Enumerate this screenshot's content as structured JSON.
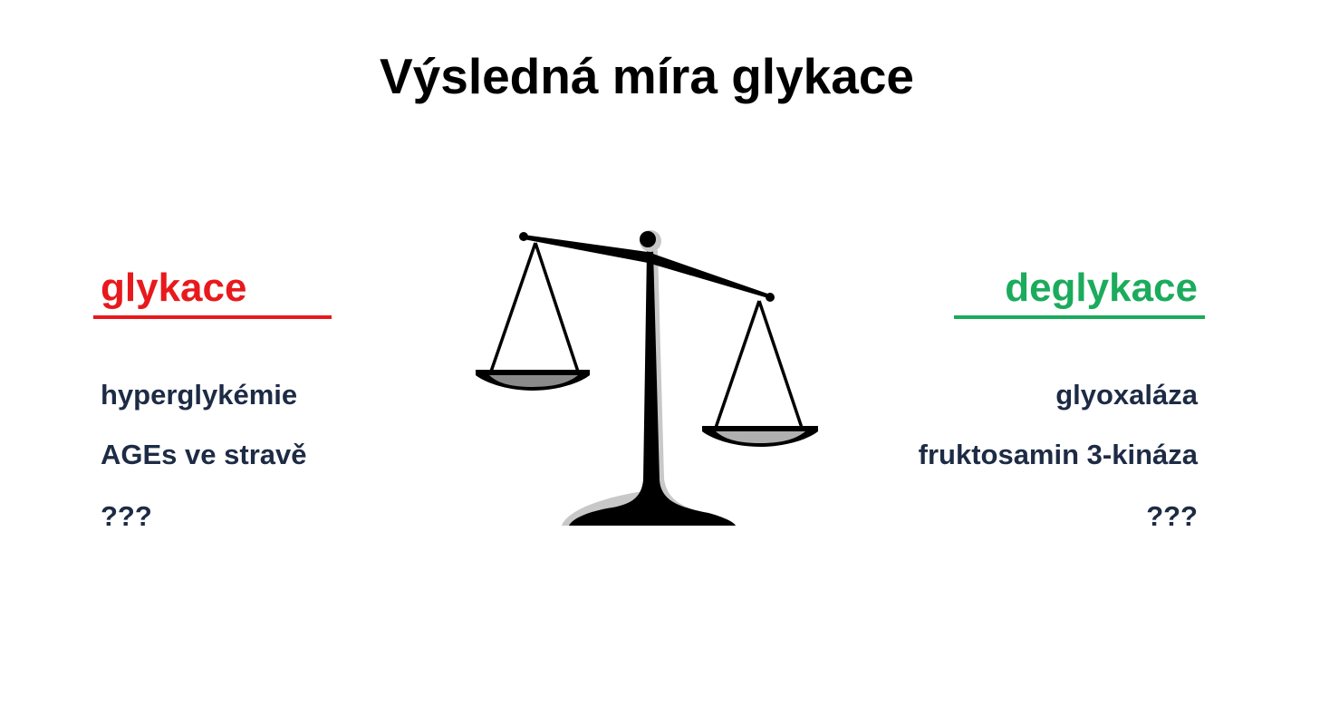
{
  "title": "Výsledná míra glykace",
  "left": {
    "heading": "glykace",
    "items": [
      "hyperglykémie",
      "AGEs ve stravě",
      "???"
    ]
  },
  "right": {
    "heading": "deglykace",
    "items": [
      "glyoxaláza",
      "fruktosamin 3-kináza",
      "???"
    ]
  },
  "colors": {
    "glykace": "#e8191c",
    "deglykace": "#1bab5c",
    "item_text": "#1d2b45",
    "title_text": "#000000"
  },
  "illustration": {
    "icon": "balance-scale-icon",
    "tilt": "left side raised, right side lowered"
  }
}
